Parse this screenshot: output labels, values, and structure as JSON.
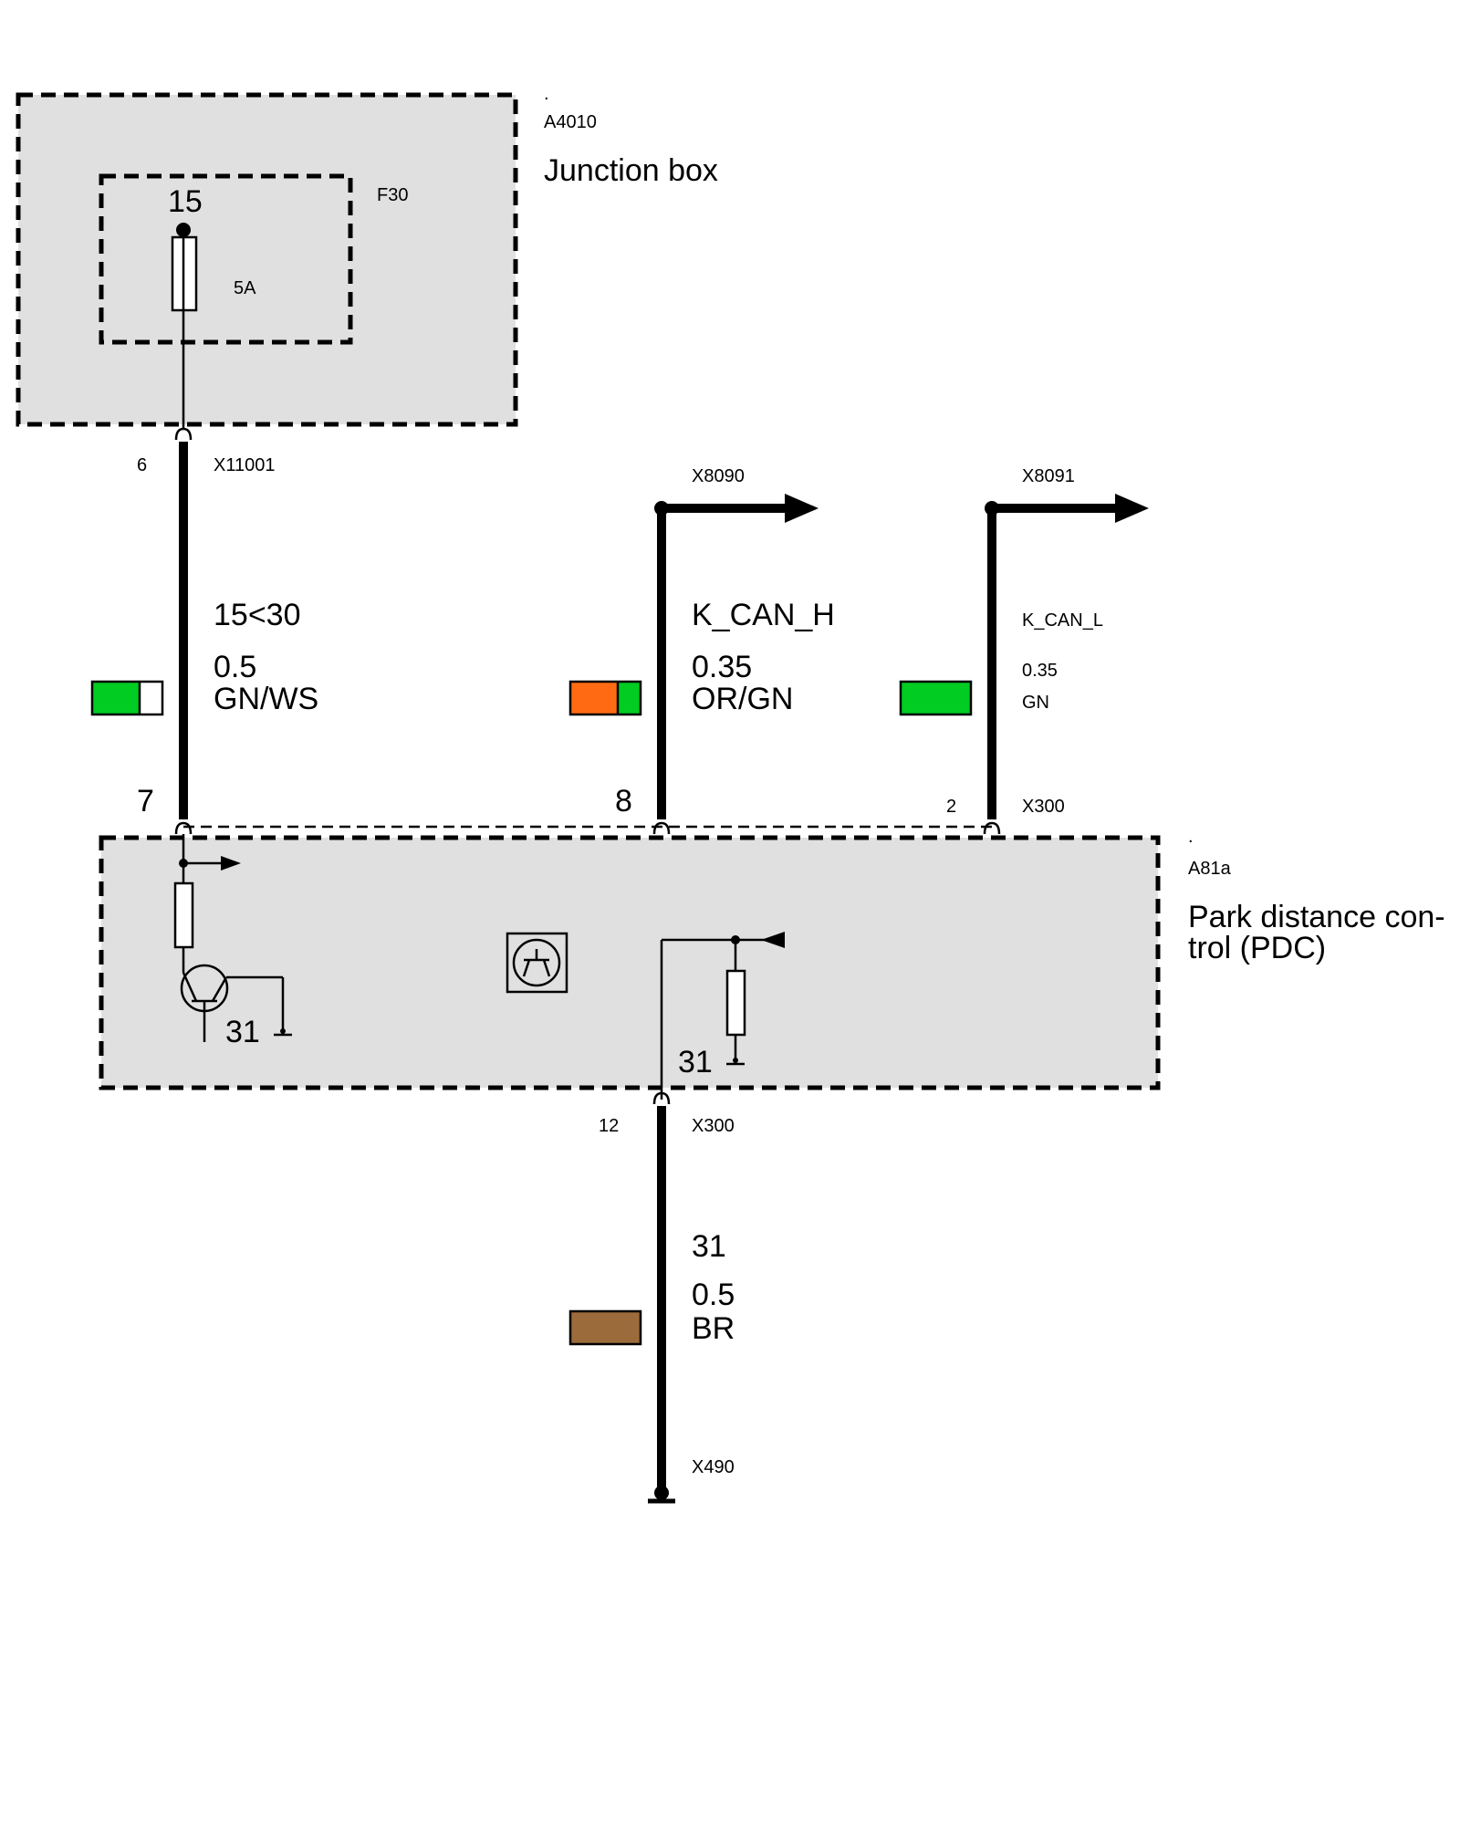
{
  "components": {
    "junction_box": {
      "id": "A4010",
      "name": "Junction box",
      "fuse_id": "F30",
      "fuse_pin": "15",
      "fuse_rating": "5A"
    },
    "pdc": {
      "id": "A81a",
      "name_line1": "Park distance con-",
      "name_line2": "trol (PDC)",
      "ground_label_left": "31",
      "ground_label_right": "31"
    }
  },
  "connectors": {
    "x11001": {
      "label": "X11001",
      "pin": "6"
    },
    "x8090": {
      "label": "X8090"
    },
    "x8091": {
      "label": "X8091"
    },
    "x300_top": {
      "label": "X300",
      "pin_a": "7",
      "pin_b": "8",
      "pin_c": "2"
    },
    "x300_bottom": {
      "label": "X300",
      "pin": "12"
    },
    "x490": {
      "label": "X490"
    }
  },
  "wires": [
    {
      "signal": "15<30",
      "gauge": "0.5",
      "color_code": "GN/WS",
      "swatch_colors": [
        "#00cc22",
        "#ffffff"
      ]
    },
    {
      "signal": "K_CAN_H",
      "gauge": "0.35",
      "color_code": "OR/GN",
      "swatch_colors": [
        "#ff6a13",
        "#00cc22"
      ]
    },
    {
      "signal": "K_CAN_L",
      "gauge": "0.35",
      "color_code": "GN",
      "swatch_colors": [
        "#00cc22"
      ]
    },
    {
      "signal": "31",
      "gauge": "0.5",
      "color_code": "BR",
      "swatch_colors": [
        "#9c6b3c"
      ]
    }
  ]
}
